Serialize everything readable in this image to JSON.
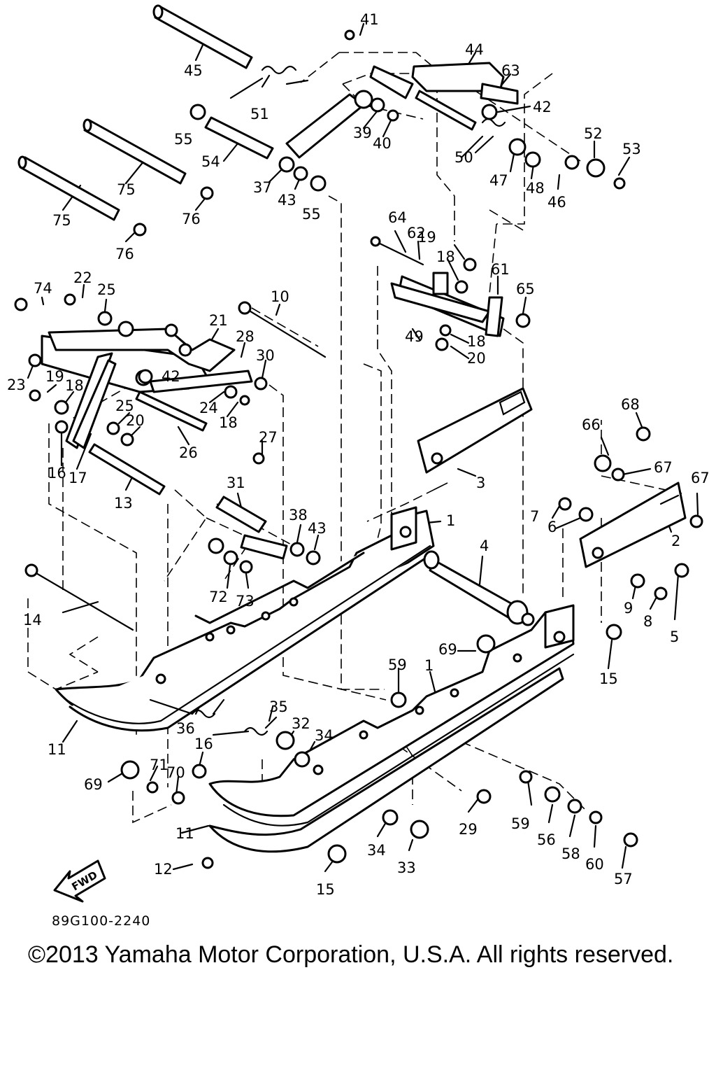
{
  "diagram": {
    "labels": [
      "41",
      "44",
      "63",
      "42",
      "45",
      "51",
      "55",
      "54",
      "39",
      "40",
      "52",
      "53",
      "50",
      "47",
      "48",
      "46",
      "75",
      "37",
      "43",
      "55",
      "75",
      "76",
      "76",
      "64",
      "62",
      "19",
      "18",
      "61",
      "65",
      "74",
      "22",
      "25",
      "10",
      "21",
      "28",
      "49",
      "18",
      "20",
      "30",
      "42",
      "23",
      "19",
      "18",
      "25",
      "24",
      "18",
      "20",
      "26",
      "27",
      "16",
      "17",
      "13",
      "68",
      "66",
      "67",
      "67",
      "3",
      "31",
      "38",
      "43",
      "1",
      "7",
      "6",
      "2",
      "72",
      "73",
      "4",
      "14",
      "9",
      "8",
      "5",
      "69",
      "15",
      "59",
      "1",
      "36",
      "35",
      "32",
      "34",
      "11",
      "16",
      "69",
      "71",
      "70",
      "29",
      "59",
      "56",
      "58",
      "60",
      "57",
      "34",
      "33",
      "11",
      "12",
      "15"
    ],
    "fwd_label": "FWD",
    "diagram_code": "89G100-2240",
    "copyright": "©2013 Yamaha Motor Corporation, U.S.A. All rights reserved."
  }
}
